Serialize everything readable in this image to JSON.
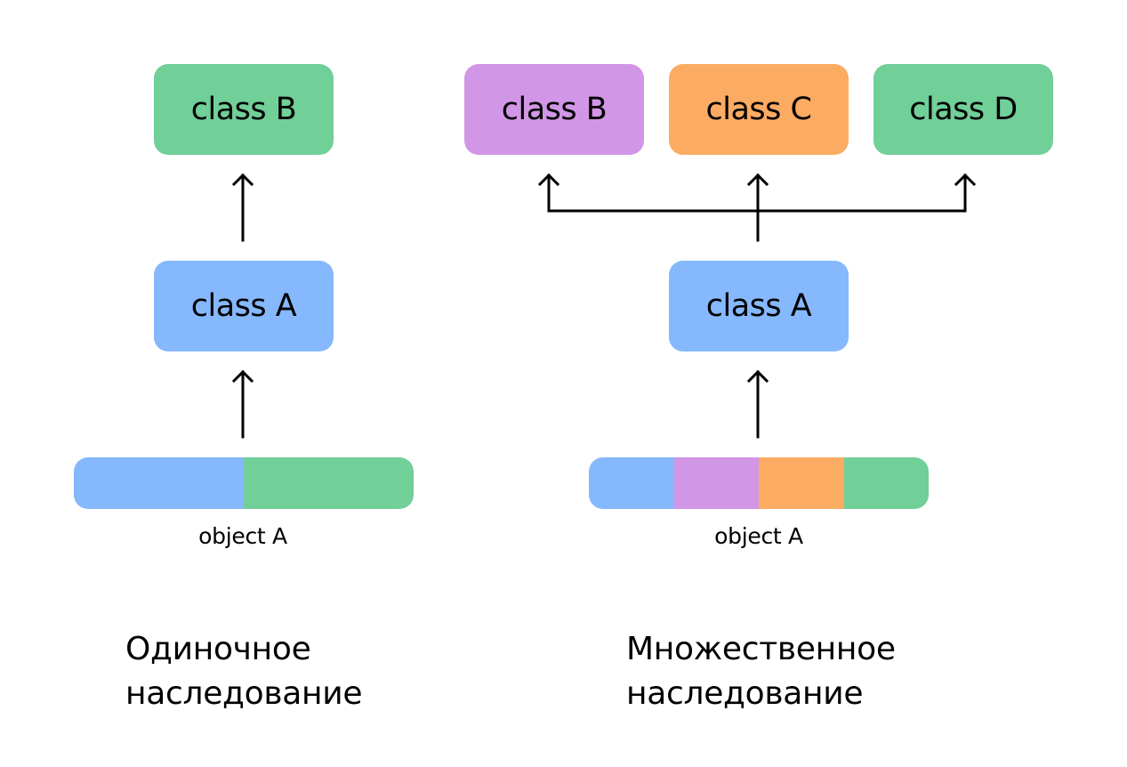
{
  "colors": {
    "blue": "#85b8fd",
    "green": "#71cf98",
    "purple": "#d196e6",
    "orange": "#fcab63",
    "arrow": "#000000"
  },
  "single": {
    "title_line1": "Одиночное",
    "title_line2": "наследование",
    "parent": {
      "label": "class B",
      "color": "green"
    },
    "child": {
      "label": "class A",
      "color": "blue"
    },
    "object": {
      "label": "object A",
      "segments": [
        "blue",
        "green"
      ]
    }
  },
  "multiple": {
    "title_line1": "Множественное",
    "title_line2": "наследование",
    "parents": [
      {
        "label": "class B",
        "color": "purple"
      },
      {
        "label": "class C",
        "color": "orange"
      },
      {
        "label": "class D",
        "color": "green"
      }
    ],
    "child": {
      "label": "class A",
      "color": "blue"
    },
    "object": {
      "label": "object A",
      "segments": [
        "blue",
        "purple",
        "orange",
        "green"
      ]
    }
  }
}
